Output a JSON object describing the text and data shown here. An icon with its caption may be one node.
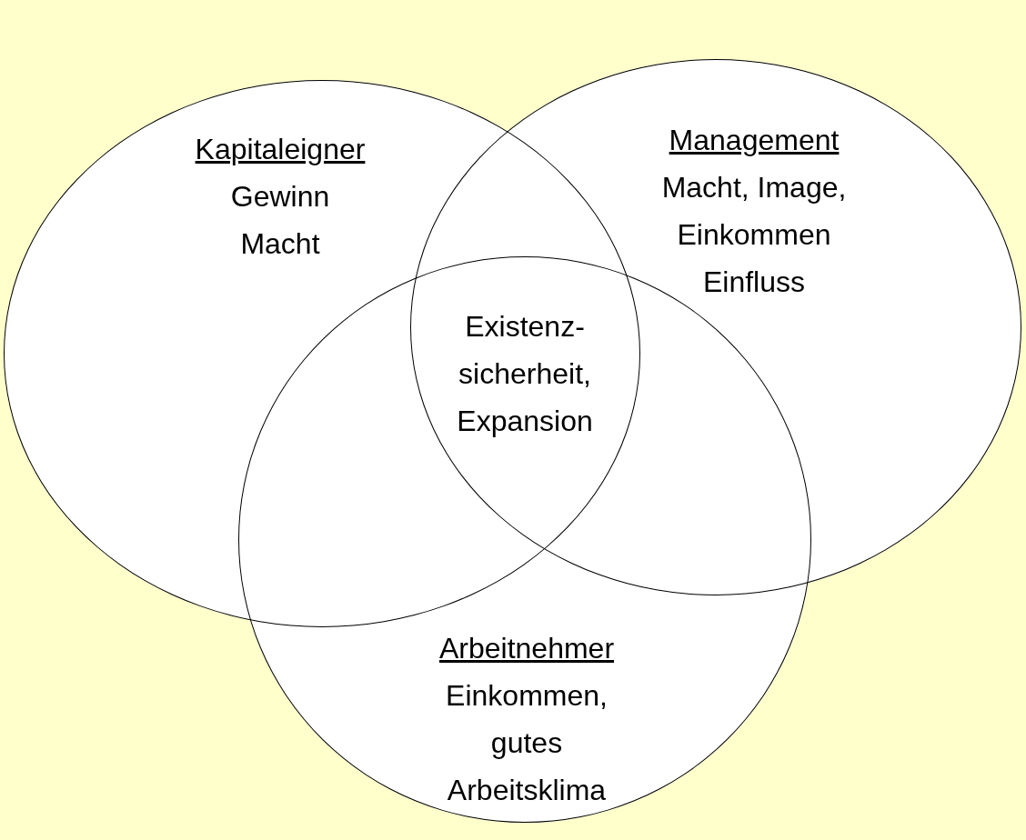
{
  "diagram": {
    "nodes": [
      {
        "text": [
          "Kapitaleigner",
          "Gewinn Macht"
        ]
      },
      {
        "text": [
          "Management",
          "Macht, Image, Einkommen Einfluss"
        ]
      },
      {
        "text": [
          "Arbeitnehmer",
          "Einkommen, gutes Arbeitsklima"
        ]
      }
    ],
    "labels": [
      "Existenz- sicherheit, Expansion"
    ]
  }
}
